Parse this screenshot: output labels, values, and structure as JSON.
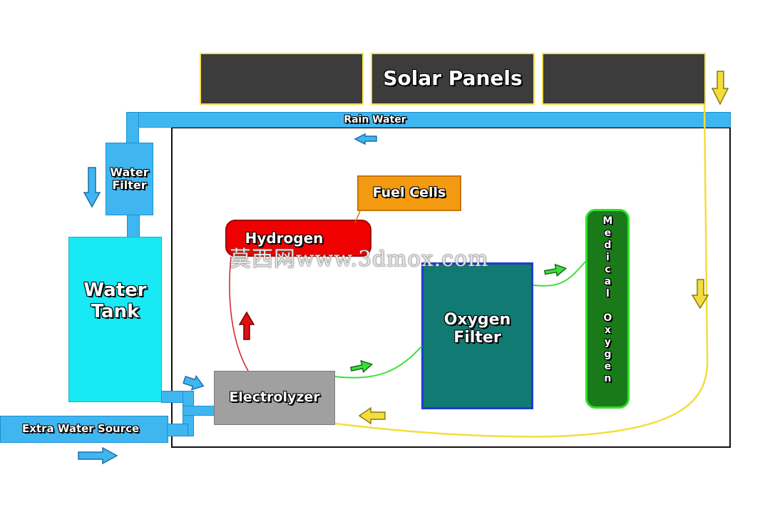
{
  "labels": {
    "solar_panels": "Solar Panels",
    "rain_water": "Rain Water",
    "water_filter": "Water\nFilter",
    "water_tank": "Water\nTank",
    "extra_water_source": "Extra Water Source",
    "electrolyzer": "Electrolyzer",
    "hydrogen": "Hydrogen",
    "fuel_cells": "Fuel Cells",
    "oxygen_filter": "Oxygen\nFilter",
    "medical_oxygen": "Medical Oxygen"
  },
  "watermark": "莫西网www.3dmox.com",
  "colors": {
    "water_pipe": "#3fb6f0",
    "water_tank": "#19e8f5",
    "panel": "#3c3c3c",
    "panel_border": "#f5e04a",
    "electrolyzer": "#a0a0a0",
    "hydrogen": "#f00000",
    "fuel_cells": "#f39a10",
    "oxygen_filter": "#117a72",
    "medical_oxygen": "#1a7a1a",
    "power_line": "#f3dd3a",
    "oxygen_line": "#39e03a",
    "hydrogen_line": "#d02020"
  }
}
